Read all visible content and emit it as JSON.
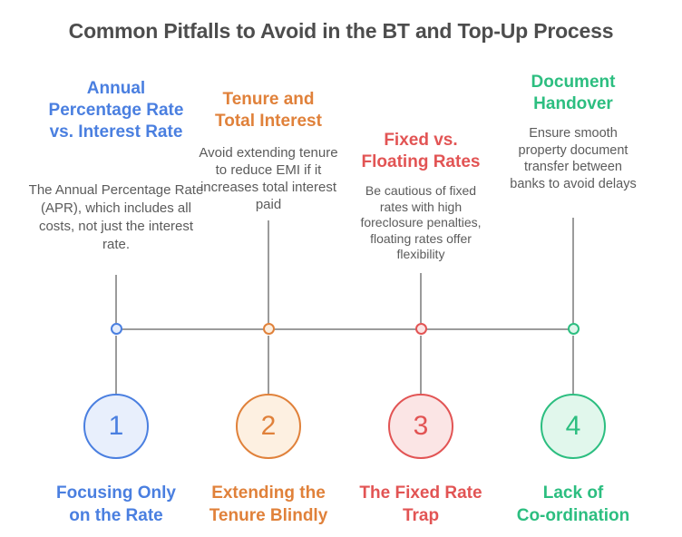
{
  "title": "Common Pitfalls to Avoid in the BT and Top-Up Process",
  "palette": {
    "blue": "#4a7fe0",
    "orange": "#e0813a",
    "red": "#e25454",
    "green": "#2cbe80",
    "connector_gray": "#9b9b9b",
    "title_gray": "#4d4d4d",
    "body_gray": "#5b5b5b"
  },
  "items": [
    {
      "number": "1",
      "accent_color": "#4a7fe0",
      "fill_color": "#e8effc",
      "heading": "Annual Percentage Rate vs. Interest Rate",
      "description": "The Annual Percentage Rate (APR), which includes all costs, not just the interest rate.",
      "label": "Focusing Only on the Rate"
    },
    {
      "number": "2",
      "accent_color": "#e0813a",
      "fill_color": "#fdf0e1",
      "heading": "Tenure and Total Interest",
      "description": "Avoid extending tenure to reduce EMI if it increases total interest paid",
      "label": "Extending the Tenure Blindly"
    },
    {
      "number": "3",
      "accent_color": "#e25454",
      "fill_color": "#fbe5e5",
      "heading": "Fixed vs. Floating Rates",
      "description": "Be cautious of fixed rates with high foreclosure penalties, floating rates offer flexibility",
      "label": "The Fixed Rate Trap"
    },
    {
      "number": "4",
      "accent_color": "#2cbe80",
      "fill_color": "#e1f7ec",
      "heading": "Document Handover",
      "description": "Ensure smooth property document transfer between banks to avoid delays",
      "label": "Lack of Co-ordination"
    }
  ]
}
